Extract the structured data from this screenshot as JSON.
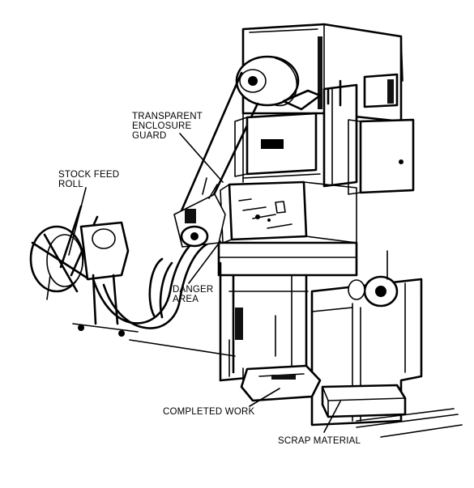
{
  "labels": {
    "enclosure_guard": "TRANSPARENT\nENCLOSURE\nGUARD",
    "stock_feed_roll": "STOCK FEED\nROLL",
    "danger_area": "DANGER\nAREA",
    "completed_work": "COMPLETED WORK",
    "scrap_material": "SCRAP MATERIAL"
  }
}
